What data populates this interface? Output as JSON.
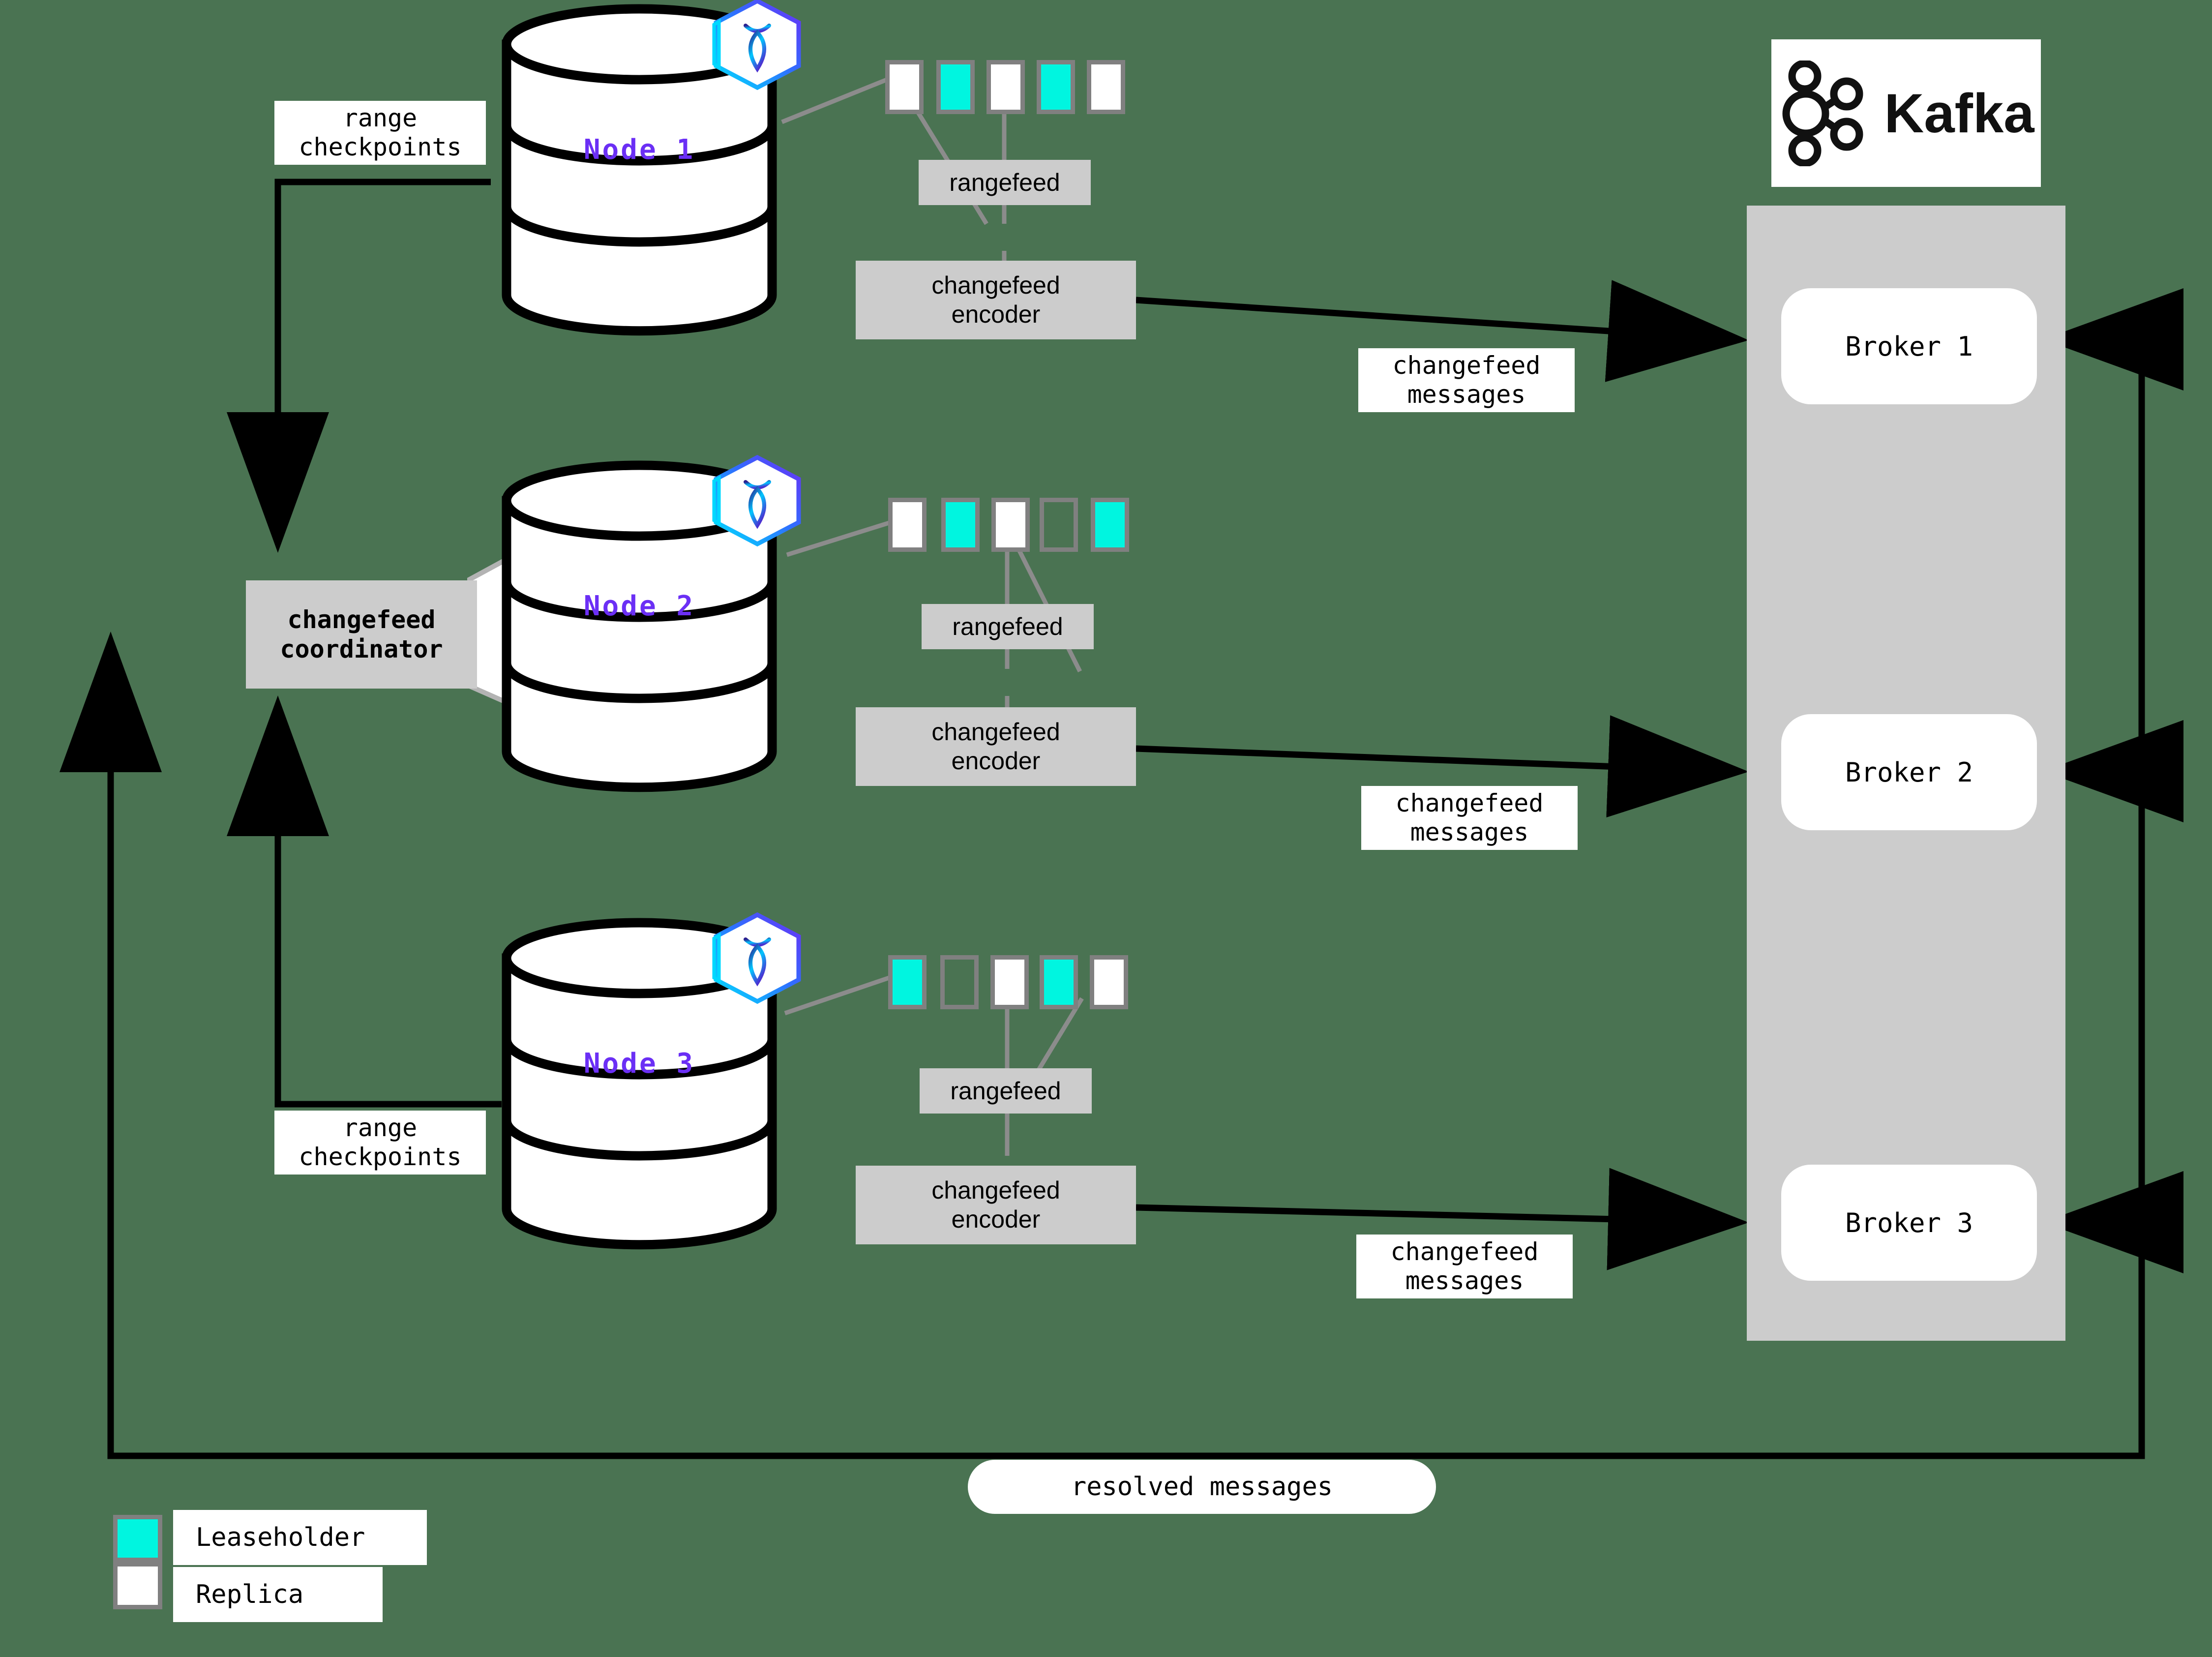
{
  "background_color": "#4a7352",
  "colors": {
    "leaseholder": "#00f5e0",
    "replica": "#ffffff",
    "square_border": "#808080",
    "node_label": "#6b2ff5",
    "gray_box": "#cccccc",
    "kafka_panel": "#cccccc",
    "connector": "#8c8c8c",
    "arrow": "#000000"
  },
  "nodes": [
    {
      "label": "Node 1",
      "logo_icon": "cockroachdb-hex-icon",
      "ranges": [
        "replica",
        "leaseholder",
        "replica",
        "leaseholder",
        "replica"
      ],
      "rangefeed_label": "rangefeed",
      "encoder_label": "changefeed\nencoder"
    },
    {
      "label": "Node 2",
      "logo_icon": "cockroachdb-hex-icon",
      "ranges": [
        "replica",
        "leaseholder",
        "replica",
        "empty",
        "leaseholder"
      ],
      "rangefeed_label": "rangefeed",
      "encoder_label": "changefeed\nencoder"
    },
    {
      "label": "Node 3",
      "logo_icon": "cockroachdb-hex-icon",
      "ranges": [
        "leaseholder",
        "empty",
        "replica",
        "leaseholder",
        "replica"
      ],
      "rangefeed_label": "rangefeed",
      "encoder_label": "changefeed\nencoder"
    }
  ],
  "coordinator": {
    "label": "changefeed\ncoordinator"
  },
  "edge_labels": {
    "range_checkpoints_top": "range\ncheckpoints",
    "range_checkpoints_bottom": "range\ncheckpoints",
    "changefeed_messages_1": "changefeed\nmessages",
    "changefeed_messages_2": "changefeed\nmessages",
    "changefeed_messages_3": "changefeed\nmessages",
    "resolved_messages": "resolved messages"
  },
  "kafka": {
    "brand": "Kafka",
    "logo_icon": "kafka-logo-icon",
    "brokers": [
      {
        "label": "Broker 1"
      },
      {
        "label": "Broker 2"
      },
      {
        "label": "Broker 3"
      }
    ]
  },
  "legend": {
    "items": [
      {
        "swatch": "leaseholder",
        "label": "Leaseholder"
      },
      {
        "swatch": "replica",
        "label": "Replica"
      }
    ]
  }
}
